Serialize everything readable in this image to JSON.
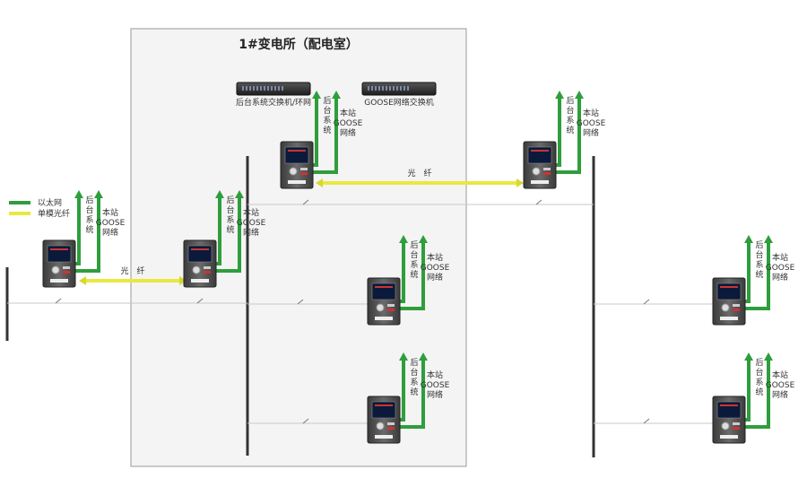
{
  "substation": {
    "title": "1#变电所（配电室）"
  },
  "legend": [
    {
      "label": "以太网",
      "color": "#2e9e3c"
    },
    {
      "label": "单模光纤",
      "color": "#e8e840"
    }
  ],
  "switches": [
    {
      "label": "后台系统交换机/环网"
    },
    {
      "label": "GOOSE网络交换机"
    }
  ],
  "labels": {
    "backend": [
      "后",
      "台",
      "系",
      "统"
    ],
    "goose": [
      "本站",
      "GOOSE",
      "网络"
    ],
    "fiber": "光　纤"
  },
  "colors": {
    "ethernet": "#2e9e3c",
    "fiber": "#e8e840",
    "device_panel": "#4a4a4a",
    "screen": "#0b1a3a"
  }
}
